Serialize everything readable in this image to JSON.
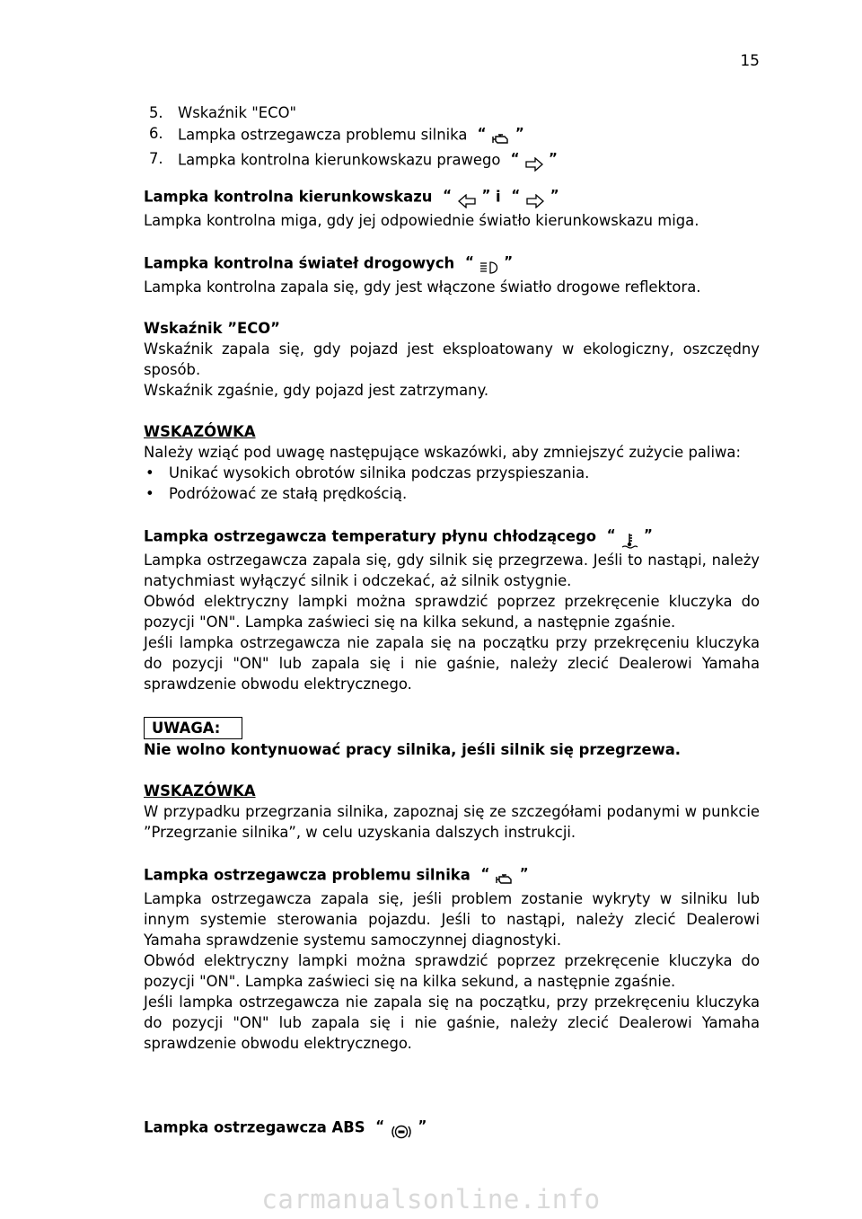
{
  "page_number": "15",
  "numbered_list": [
    {
      "num": "5.",
      "text": "Wskaźnik \"ECO\""
    },
    {
      "num": "6.",
      "text": "Lampka ostrzegawcza problemu silnika"
    },
    {
      "num": "7.",
      "text": "Lampka kontrolna kierunkowskazu prawego"
    }
  ],
  "quote_open": "“",
  "quote_close": "”",
  "turn_signal": {
    "heading": "Lampka kontrolna kierunkowskazu",
    "conjunction": "i",
    "text": "Lampka kontrolna miga, gdy jej  odpowiednie światło kierunkowskazu miga."
  },
  "high_beam": {
    "heading": "Lampka kontrolna świateł drogowych",
    "text": "Lampka kontrolna zapala się, gdy jest włączone światło drogowe reflektora."
  },
  "eco": {
    "heading": "Wskaźnik ”ECO”",
    "text1": "Wskaźnik zapala się, gdy pojazd jest eksploatowany w ekologiczny, oszczędny sposób.",
    "text2": "Wskaźnik zgaśnie, gdy pojazd jest zatrzymany."
  },
  "tip1": {
    "label": "WSKAZÓWKA",
    "text": "Należy wziąć pod uwagę następujące wskazówki, aby zmniejszyć zużycie paliwa:",
    "bullet_symbol": "•",
    "bullets": [
      "Unikać wysokich obrotów silnika podczas przyspieszania.",
      "Podróżować ze stałą prędkością."
    ]
  },
  "coolant": {
    "heading": "Lampka ostrzegawcza temperatury płynu chłodzącego",
    "text1": "Lampka ostrzegawcza zapala się, gdy silnik się przegrzewa. Jeśli to nastąpi, należy natychmiast wyłączyć silnik i odczekać, aż silnik ostygnie.",
    "text2": "Obwód elektryczny lampki można sprawdzić poprzez przekręcenie kluczyka do pozycji \"ON\". Lampka zaświeci się na kilka sekund, a następnie zgaśnie.",
    "text3": "Jeśli lampka ostrzegawcza nie zapala się na początku przy przekręceniu kluczyka do pozycji \"ON\" lub zapala się i nie gaśnie, należy zlecić Dealerowi Yamaha sprawdzenie obwodu elektrycznego."
  },
  "warning": {
    "label": "UWAGA:",
    "text": "Nie wolno kontynuować pracy silnika, jeśli silnik się przegrzewa."
  },
  "tip2": {
    "label": "WSKAZÓWKA",
    "text": "W przypadku przegrzania silnika, zapoznaj się ze szczegółami podanymi w punkcie ”Przegrzanie silnika”, w celu uzyskania dalszych instrukcji."
  },
  "engine": {
    "heading": "Lampka ostrzegawcza problemu silnika",
    "text1": "Lampka ostrzegawcza zapala się, jeśli problem zostanie wykryty w silniku lub innym systemie sterowania pojazdu. Jeśli to nastąpi, należy zlecić Dealerowi Yamaha sprawdzenie systemu samoczynnej diagnostyki.",
    "text2": "Obwód elektryczny lampki można sprawdzić poprzez przekręcenie kluczyka do pozycji \"ON\". Lampka zaświeci się na kilka sekund, a następnie zgaśnie.",
    "text3": "Jeśli lampka ostrzegawcza nie zapala się na początku, przy przekręceniu kluczyka do pozycji \"ON\" lub zapala się i nie gaśnie, należy zlecić Dealerowi Yamaha sprawdzenie obwodu elektrycznego."
  },
  "abs": {
    "heading": "Lampka ostrzegawcza ABS"
  },
  "footer": "carmanualsonline.info",
  "icons": [
    "engine-warning-icon",
    "turn-right-icon",
    "turn-left-icon",
    "high-beam-icon",
    "coolant-temperature-icon",
    "abs-icon"
  ]
}
